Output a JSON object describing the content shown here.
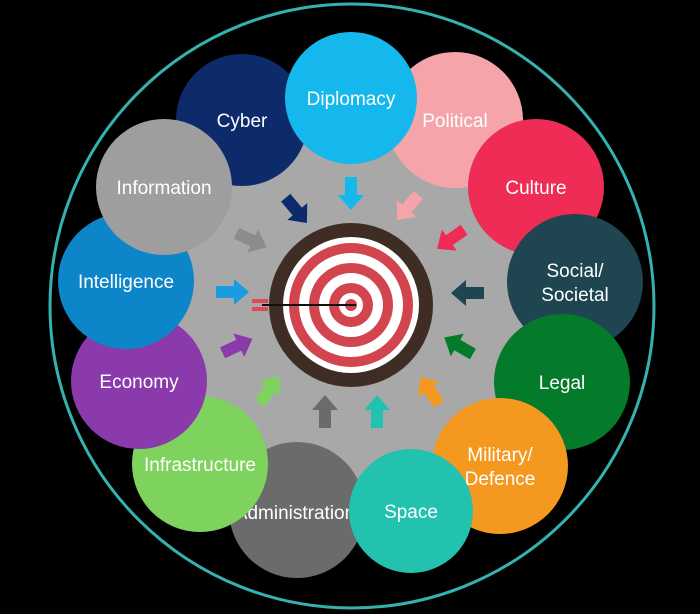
{
  "domains": [
    {
      "id": "cyber",
      "lines": [
        "Cyber"
      ],
      "color": "#0d2b6b",
      "arrow_color": "#0d2b6b"
    },
    {
      "id": "political",
      "lines": [
        "Political"
      ],
      "color": "#f5a5aa",
      "arrow_color": "#f5a5aa"
    },
    {
      "id": "culture",
      "lines": [
        "Culture"
      ],
      "color": "#ee2c56",
      "arrow_color": "#ee2c56"
    },
    {
      "id": "social-societal",
      "lines": [
        "Social/",
        "Societal"
      ],
      "color": "#1e4550",
      "arrow_color": "#1e4550"
    },
    {
      "id": "legal",
      "lines": [
        "Legal"
      ],
      "color": "#047a2b",
      "arrow_color": "#047a2b"
    },
    {
      "id": "military-defence",
      "lines": [
        "Military/",
        "Defence"
      ],
      "color": "#f5981f",
      "arrow_color": "#f5981f"
    },
    {
      "id": "administration",
      "lines": [
        "Administration"
      ],
      "color": "#6b6b6b",
      "arrow_color": "#6b6b6b"
    },
    {
      "id": "space",
      "lines": [
        "Space"
      ],
      "color": "#22c2ae",
      "arrow_color": "#22c2ae"
    },
    {
      "id": "infrastructure",
      "lines": [
        "Infrastructure"
      ],
      "color": "#7dd35e",
      "arrow_color": "#7dd35e"
    },
    {
      "id": "economy",
      "lines": [
        "Economy"
      ],
      "color": "#8a3aab",
      "arrow_color": "#8a3aab"
    },
    {
      "id": "intelligence",
      "lines": [
        "Intelligence"
      ],
      "color": "#0c86c8",
      "arrow_color": "#1a9ce0"
    },
    {
      "id": "information",
      "lines": [
        "Information"
      ],
      "color": "#9e9e9e",
      "arrow_color": "#8c8c8c"
    },
    {
      "id": "diplomacy",
      "lines": [
        "Diplomacy"
      ],
      "color": "#14b8ec",
      "arrow_color": "#14b8ec"
    }
  ],
  "colors": {
    "background": "#000000",
    "outer_ring": "#35b2b0",
    "inner_disc": "#a8a8a8",
    "target_rim": "#3e2d25",
    "target_red": "#d2454f",
    "target_white": "#ffffff",
    "arrow_shaft": "#111111",
    "arrow_fletch": "#e04a57"
  },
  "icons": {
    "center": "target-icon"
  }
}
